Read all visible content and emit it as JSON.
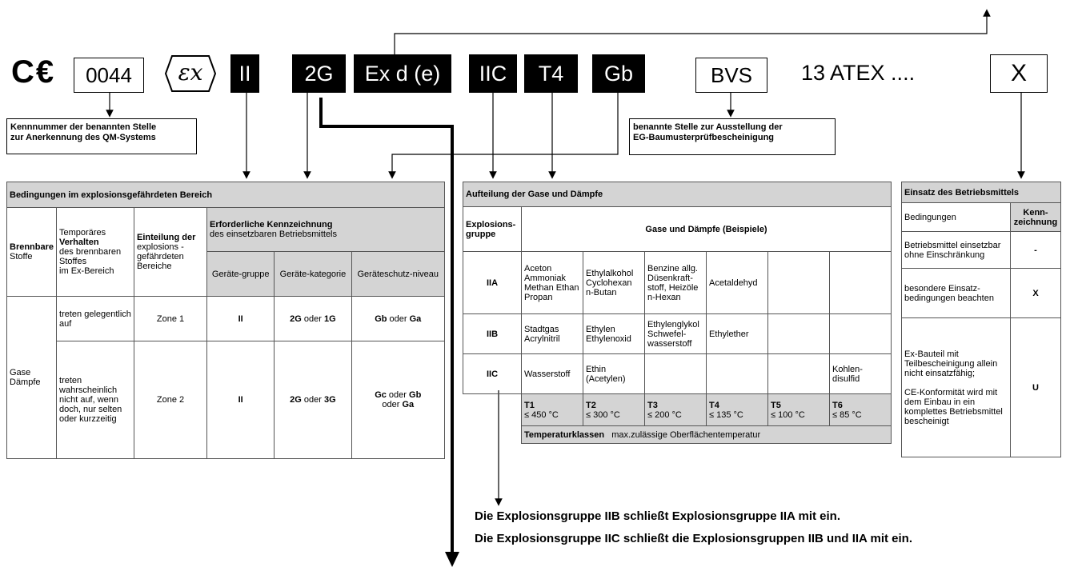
{
  "marking": {
    "ce": "C€",
    "nb_number": "0044",
    "ex_symbol": "εx",
    "group": "II",
    "category": "2G",
    "protection": "Ex d (e)",
    "gas_group": "IIC",
    "temp_class": "T4",
    "epl": "Gb",
    "body": "BVS",
    "cert": "13 ATEX ....",
    "special": "X"
  },
  "notes": {
    "nb_line1": "Kennnummer der benannten Stelle",
    "nb_line2": "zur Anerkennung des QM-Systems",
    "bvs_line1": "benannte Stelle zur Ausstellung der",
    "bvs_line2": "EG-Baumusterprüfbescheinigung"
  },
  "t1": {
    "title": "Bedingungen im explosionsgefährdeten Bereich",
    "h_brennbare": "Brennbare",
    "h_stoffe": "Stoffe",
    "h_temp1": "Temporäres",
    "h_temp2": "Verhalten",
    "h_temp3": "des brennbaren Stoffes",
    "h_temp4": "im Ex-Bereich",
    "h_ein1": "Einteilung der",
    "h_ein2": "explosions - gefährdeten Bereiche",
    "h_erf1": "Erforderliche Kennzeichnung",
    "h_erf2": "des einsetzbaren Betriebsmittels",
    "h_gg": "Geräte-gruppe",
    "h_gk": "Geräte-kategorie",
    "h_gs": "Geräteschutz-niveau",
    "gase": "Gase Dämpfe",
    "r1_verh": "treten gelegentlich auf",
    "r1_zone": "Zone 1",
    "r1_grp": "II",
    "r1_kat_a": "2G",
    "r1_kat_or": " oder ",
    "r1_kat_b": "1G",
    "r1_epl_a": "Gb",
    "r1_epl_or": " oder ",
    "r1_epl_b": "Ga",
    "r2_verh": "treten wahrscheinlich nicht auf, wenn doch, nur selten oder kurzzeitig",
    "r2_zone": "Zone 2",
    "r2_grp": "II",
    "r2_kat_a": "2G",
    "r2_kat_or": " oder ",
    "r2_kat_b": "3G",
    "r2_epl_a": "Gc",
    "r2_epl_or1": " oder ",
    "r2_epl_b": "Gb",
    "r2_epl_or2": "oder ",
    "r2_epl_c": "Ga"
  },
  "t2": {
    "title": "Aufteilung der Gase und Dämpfe",
    "h_group": "Explosions-gruppe",
    "h_gases": "Gase und Dämpfe (Beispiele)",
    "rows": [
      {
        "grp": "IIA",
        "c": [
          "Aceton Ammoniak Methan Ethan Propan",
          "Ethylalkohol Cyclohexan n-Butan",
          "Benzine allg. Düsenkraft-stoff, Heizöle n-Hexan",
          "Acetaldehyd",
          "",
          ""
        ]
      },
      {
        "grp": "IIB",
        "c": [
          "Stadtgas Acrylnitril",
          "Ethylen Ethylenoxid",
          "Ethylenglykol Schwefel-wasserstoff",
          "Ethylether",
          "",
          ""
        ]
      },
      {
        "grp": "IIC",
        "c": [
          "Wasserstoff",
          "Ethin (Acetylen)",
          "",
          "",
          "",
          "Kohlen-disulfid"
        ]
      }
    ],
    "tclasses": [
      {
        "t": "T1",
        "v": "≤ 450 °C"
      },
      {
        "t": "T2",
        "v": "≤ 300 °C"
      },
      {
        "t": "T3",
        "v": "≤ 200 °C"
      },
      {
        "t": "T4",
        "v": "≤ 135 °C"
      },
      {
        "t": "T5",
        "v": "≤ 100 °C"
      },
      {
        "t": "T6",
        "v": "≤  85 °C"
      }
    ],
    "footer_bold": "Temperaturklassen",
    "footer_rest": "max.zulässige Oberflächentemperatur"
  },
  "t3": {
    "title": "Einsatz des Betriebsmittels",
    "h_bed": "Bedingungen",
    "h_kenn": "Kenn-zeichnung",
    "r1_text": "Betriebsmittel einsetzbar ohne Einschränkung",
    "r1_mark": "-",
    "r2_text": "besondere Einsatz-bedingungen beachten",
    "r2_mark": "X",
    "r3_text1": "Ex-Bauteil mit Teilbescheinigung allein nicht einsatzfähig;",
    "r3_text2": "CE-Konformität wird mit dem Einbau in ein komplettes Betriebsmittel bescheinigt",
    "r3_mark": "U"
  },
  "bottom": {
    "line1": "Die Explosionsgruppe IIB schließt Explosionsgruppe IIA mit ein.",
    "line2": "Die Explosionsgruppe IIC schließt die Explosionsgruppen IIB und IIA mit ein."
  }
}
